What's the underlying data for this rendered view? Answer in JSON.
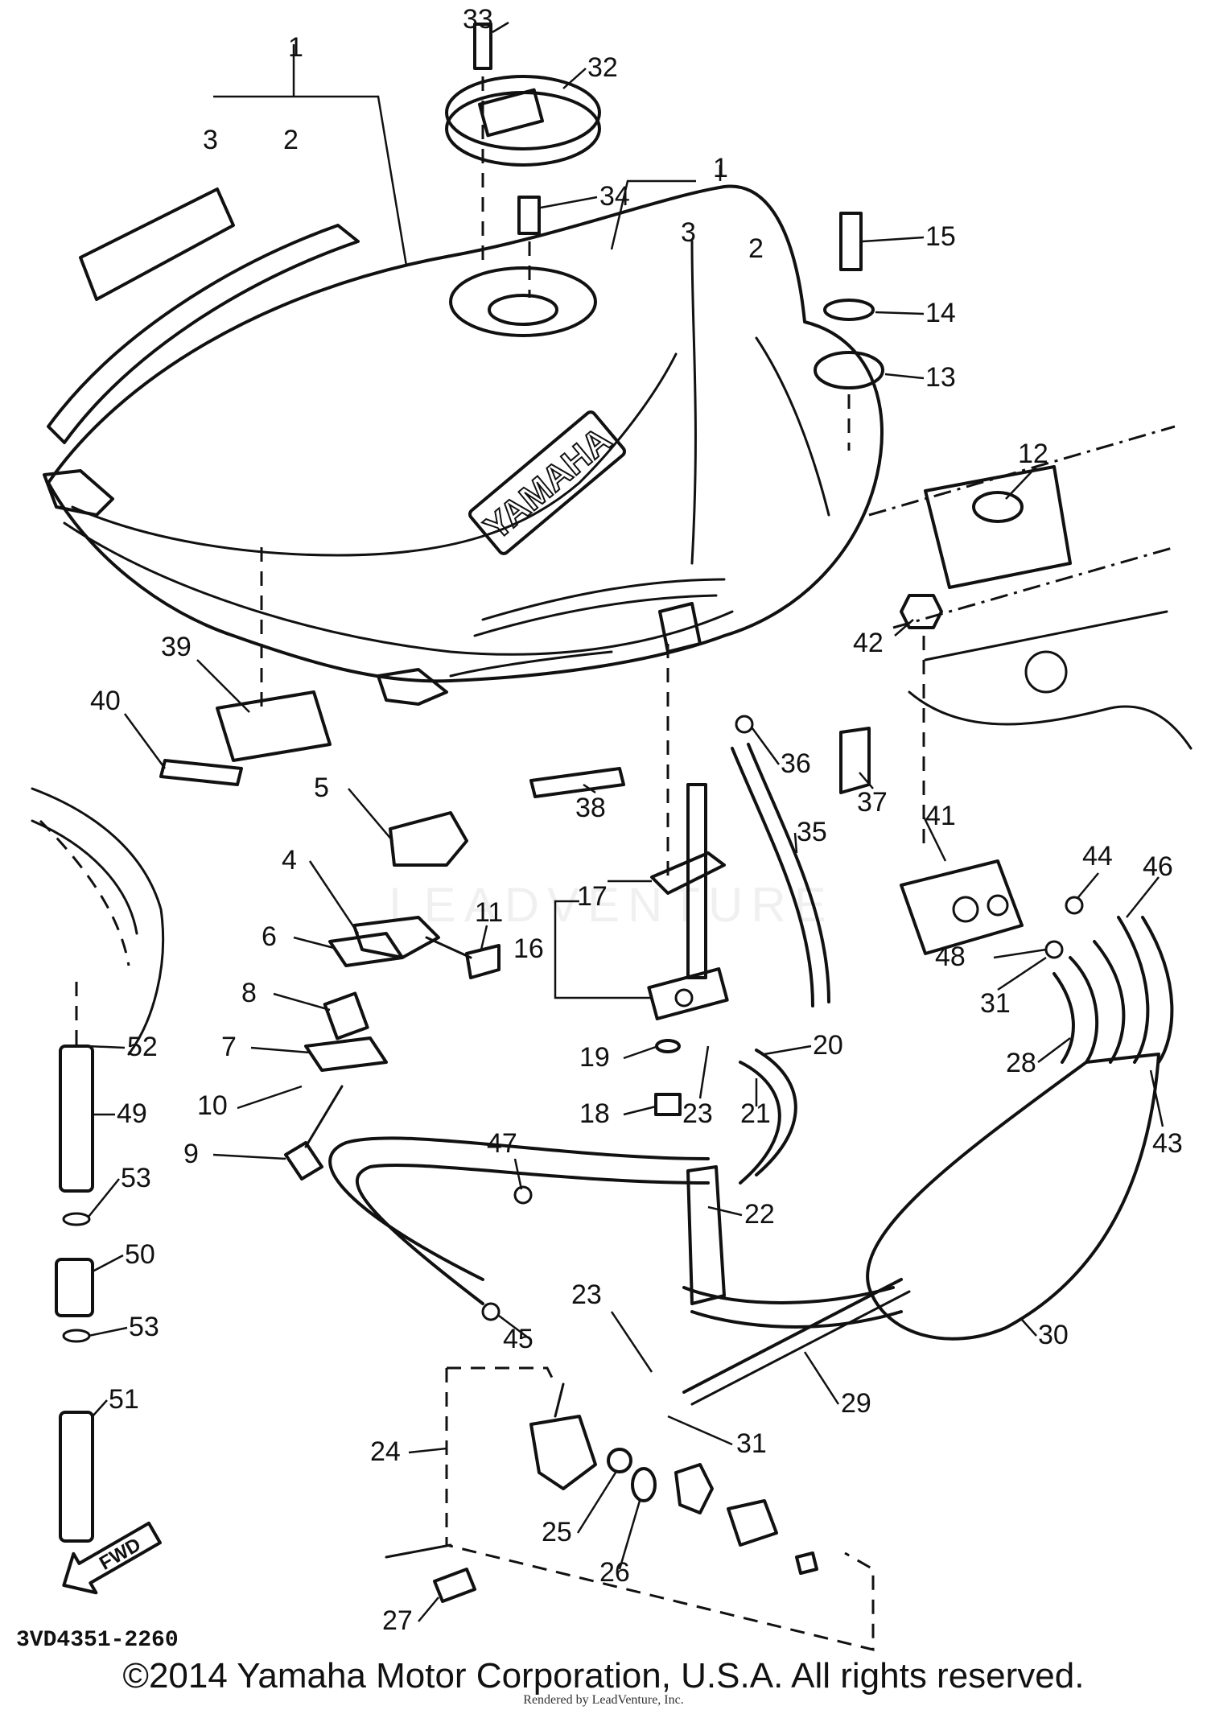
{
  "diagram_code": "3VD4351-2260",
  "brand_text": "YAMAHA",
  "direction_label": "FWD",
  "watermark_text": "LEADVENTURE",
  "copyright": "©2014 Yamaha Motor Corporation, U.S.A. All rights reserved.",
  "rendered_by": "Rendered by LeadVenture, Inc.",
  "callouts": {
    "p1a": "1",
    "p1b": "1",
    "p2a": "2",
    "p2b": "2",
    "p3a": "3",
    "p3b": "3",
    "p4": "4",
    "p5": "5",
    "p6": "6",
    "p7": "7",
    "p8": "8",
    "p9": "9",
    "p10": "10",
    "p11": "11",
    "p12": "12",
    "p13": "13",
    "p14": "14",
    "p15": "15",
    "p16": "16",
    "p17": "17",
    "p18": "18",
    "p19": "19",
    "p20": "20",
    "p21": "21",
    "p22": "22",
    "p23a": "23",
    "p23b": "23",
    "p24": "24",
    "p25": "25",
    "p26": "26",
    "p27": "27",
    "p28": "28",
    "p29": "29",
    "p30": "30",
    "p31a": "31",
    "p31b": "31",
    "p32": "32",
    "p33": "33",
    "p34": "34",
    "p35": "35",
    "p36": "36",
    "p37": "37",
    "p38": "38",
    "p39": "39",
    "p40": "40",
    "p41": "41",
    "p42": "42",
    "p43": "43",
    "p44": "44",
    "p45": "45",
    "p46": "46",
    "p47": "47",
    "p48": "48",
    "p49": "49",
    "p50": "50",
    "p51": "51",
    "p52": "52",
    "p53a": "53",
    "p53b": "53"
  }
}
